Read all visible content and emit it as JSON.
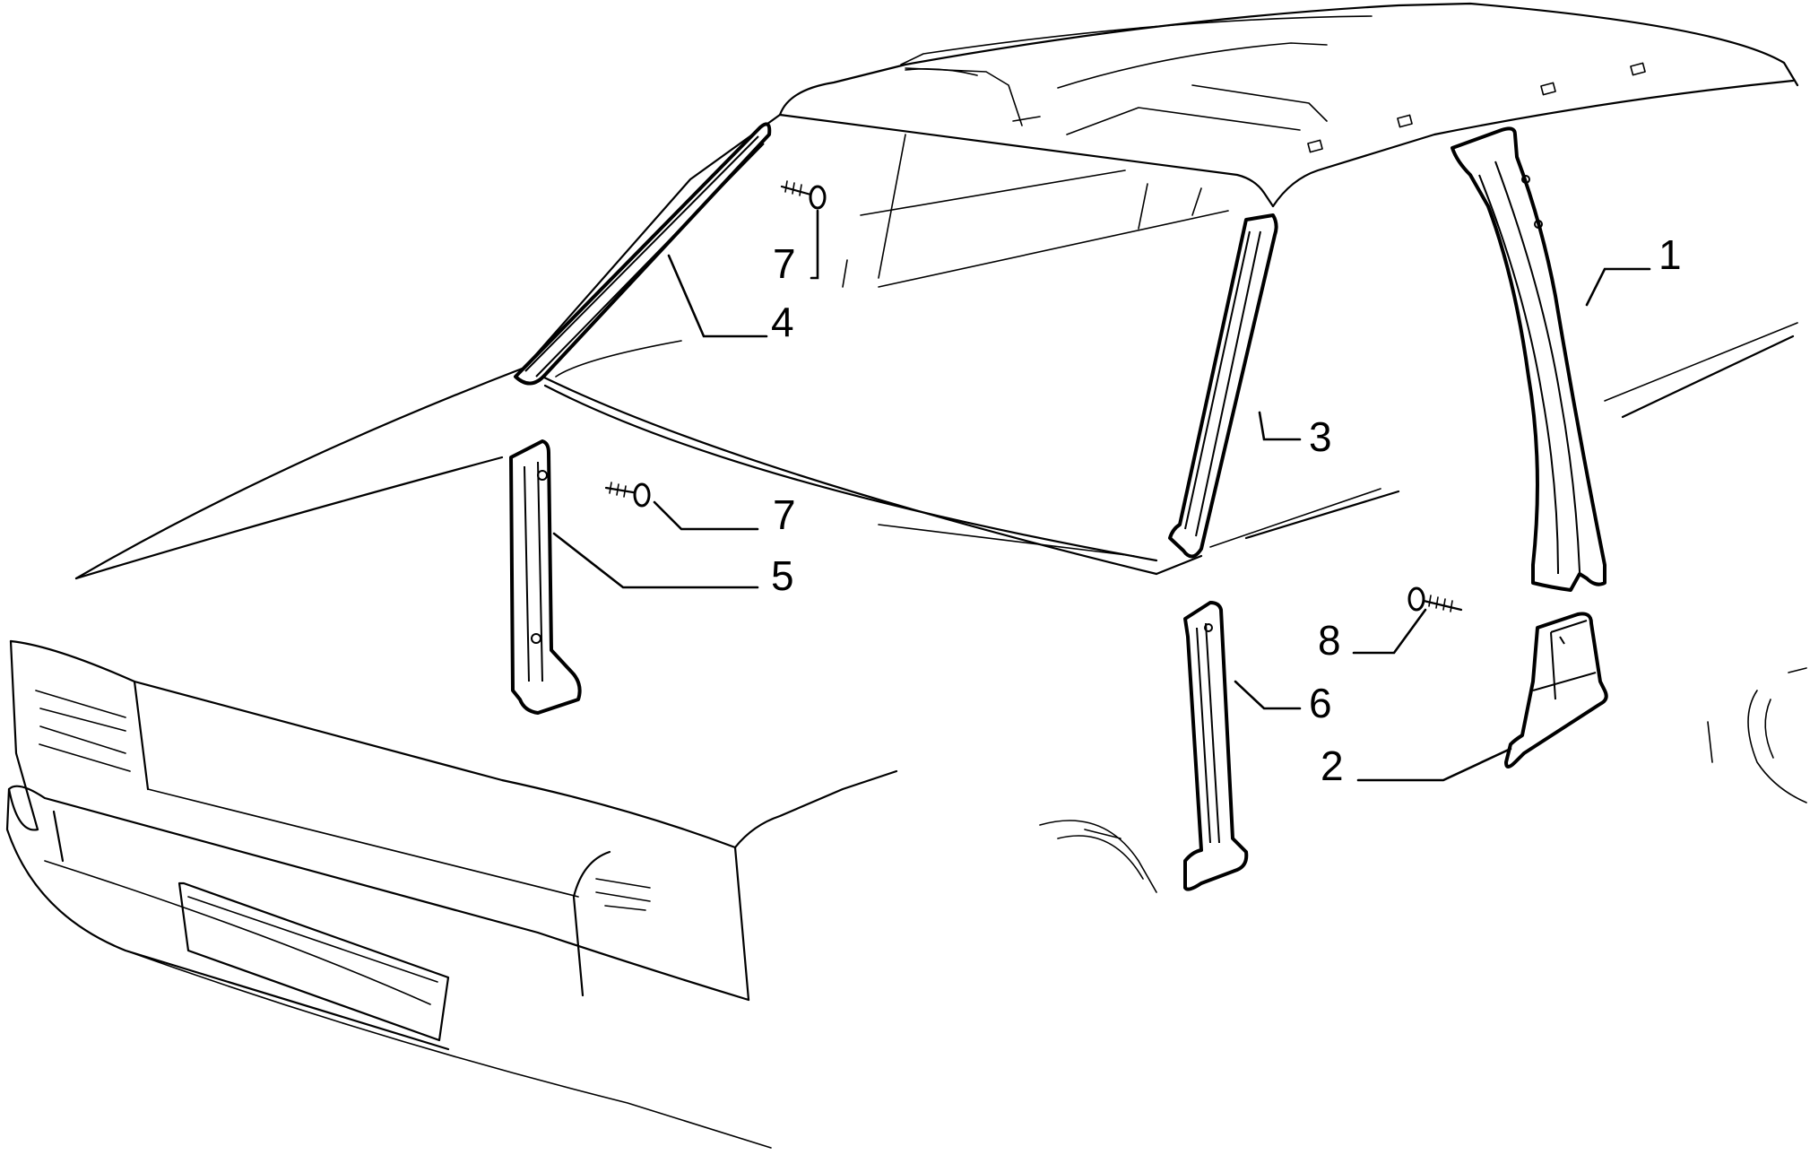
{
  "callouts": {
    "c1": "1",
    "c2": "2",
    "c3": "3",
    "c4": "4",
    "c5": "5",
    "c6": "6",
    "c7a": "7",
    "c7b": "7",
    "c8": "8"
  },
  "colors": {
    "stroke": "#000000",
    "background": "#ffffff"
  }
}
